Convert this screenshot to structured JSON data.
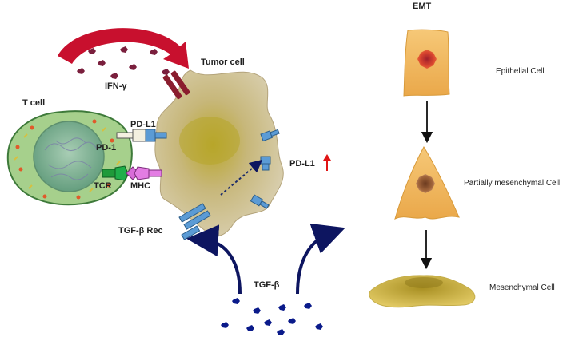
{
  "labels": {
    "t_cell": "T cell",
    "tumor_cell": "Tumor cell",
    "ifn": "IFN-γ",
    "pd_l1_receptor": "PD-L1",
    "pd_1": "PD-1",
    "tcr": "TCR",
    "mhc": "MHC",
    "pd_l1_up": "PD-L1",
    "tgf_rec": "TGF-β Rec",
    "tgf": "TGF-β",
    "emt_title": "EMT",
    "epithelial": "Epithelial Cell",
    "partial": "Partially mesenchymal Cell",
    "mesenchymal": "Mesenchymal Cell"
  },
  "colors": {
    "red_arrow": "#c8102e",
    "ifn_dot": "#7a1f3d",
    "tgf_dot": "#0a1a8a",
    "navy_arrow": "#0d1560",
    "pd_l1_blue": "#5b9bd5",
    "tcell_fill": "#a6d08c",
    "tumor_fill": "#c8b98a",
    "epithelial_fill": "#f2c26b"
  }
}
